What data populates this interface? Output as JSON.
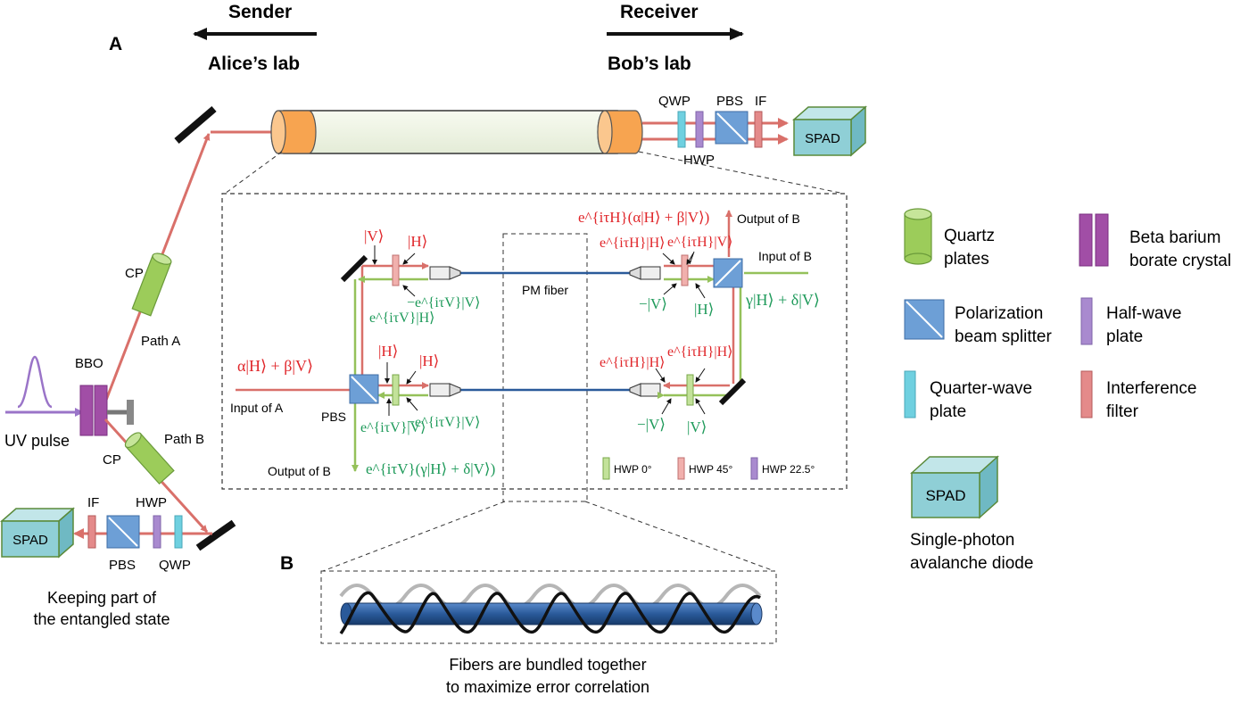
{
  "header": {
    "sender": "Sender",
    "receiver": "Receiver",
    "alice_lab": "Alice’s lab",
    "bob_lab": "Bob’s lab",
    "panel_a": "A",
    "panel_b": "B"
  },
  "top_path": {
    "qwp": "QWP",
    "pbs": "PBS",
    "if": "IF",
    "hwp": "HWP",
    "spad": "SPAD"
  },
  "source": {
    "cp_top": "CP",
    "path_a": "Path A",
    "bbo": "BBO",
    "uv_pulse": "UV pulse",
    "path_b": "Path B",
    "cp_bottom": "CP"
  },
  "lower_left": {
    "if": "IF",
    "hwp": "HWP",
    "spad": "SPAD",
    "pbs": "PBS",
    "qwp": "QWP",
    "caption_line1": "Keeping part of",
    "caption_line2": "the entangled state"
  },
  "inset": {
    "top_v": "|V⟩",
    "top_h": "|H⟩",
    "minus_tau_v_top": "−e^{iτV}|V⟩",
    "e_tau_v_h": "e^{iτV}|H⟩",
    "input_state": "α|H⟩ + β|V⟩",
    "input_a": "Input of A",
    "pbs": "PBS",
    "mid_h1": "|H⟩",
    "mid_h2": "|H⟩",
    "bottom_e_tau_v_v": "e^{iτV}|V⟩",
    "bottom_minus_tau_v": "−e^{iτV}|V⟩",
    "output_b_left": "Output of B",
    "output_left_state": "e^{iτV}(γ|H⟩ + δ|V⟩)",
    "pm_fiber": "PM fiber",
    "top_right_state": "e^{iτH}(α|H⟩ + β|V⟩)",
    "output_b_right": "Output of B",
    "right_e_tau_h_h": "e^{iτH}|H⟩",
    "right_e_tau_h_v": "e^{iτH}|V⟩",
    "input_b": "Input of B",
    "right_minus_v": "−|V⟩",
    "right_h": "|H⟩",
    "right_state": "γ|H⟩ + δ|V⟩",
    "right_low_e_tau_h_h1": "e^{iτH}|H⟩",
    "right_low_e_tau_h_h2": "e^{iτH}|H⟩",
    "right_low_minus_v": "−|V⟩",
    "right_low_v": "|V⟩",
    "hwp0": "HWP 0°",
    "hwp45": "HWP 45°",
    "hwp225": "HWP 22.5°"
  },
  "legend": {
    "quartz": [
      "Quartz",
      "plates"
    ],
    "bbo": [
      "Beta barium",
      "borate crystal"
    ],
    "pbs": [
      "Polarization",
      "beam splitter"
    ],
    "hwp": [
      "Half-wave",
      "plate"
    ],
    "qwp": [
      "Quarter-wave",
      "plate"
    ],
    "if": [
      "Interference",
      "filter"
    ],
    "spad": "SPAD",
    "spad_caption": [
      "Single-photon",
      "avalanche diode"
    ]
  },
  "bottom_caption": {
    "line1": "Fibers are bundled together",
    "line2": "to maximize error correlation"
  },
  "colors": {
    "red_beam": "#d9706a",
    "green_beam": "#95c15a",
    "blue_fiber": "#2a5a9a",
    "red_text": "#e0262a",
    "green_text": "#1e9a5a",
    "orange": "#f7a450",
    "spad_fill": "#8fcfd6",
    "pbs_fill": "#6d9fd6",
    "purple": "#a96ab9",
    "pink": "#e48a8a",
    "qwp_cyan": "#6fd0e0",
    "quartz": "#9ccc5a",
    "black": "#111111"
  }
}
